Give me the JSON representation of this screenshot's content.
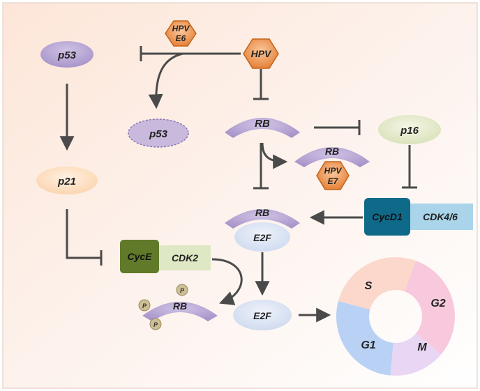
{
  "nodes": {
    "p53_top": "p53",
    "p53_bottom": "p53",
    "p21": "p21",
    "hpv": "HPV",
    "hpv_e6_line1": "HPV",
    "hpv_e6_line2": "E6",
    "rb_top": "RB",
    "p16": "p16",
    "rb_e7": "RB",
    "hpv_e7_line1": "HPV",
    "hpv_e7_line2": "E7",
    "rb_complex": "RB",
    "e2f_complex": "E2F",
    "cycd1": "CycD1",
    "cdk46": "CDK4/6",
    "cyce": "CycE",
    "cdk2": "CDK2",
    "rb_phos": "RB",
    "phos_p": "P",
    "e2f_free": "E2F"
  },
  "cycle": {
    "phases": [
      {
        "label": "S",
        "color": "#fbd7cc"
      },
      {
        "label": "G2",
        "color": "#f8c9dc"
      },
      {
        "label": "M",
        "color": "#e8d6f4"
      },
      {
        "label": "G1",
        "color": "#b9d1f4"
      }
    ]
  },
  "colors": {
    "purple_node": "#b9a8d3",
    "arrow": "#4a4a4a",
    "hpv": "#e88a3c",
    "p21": "#fde1c6",
    "p16": "#e6eccf",
    "e2f": "#dde6f4",
    "cycd1": "#0f6a8a",
    "cdk46": "#a9d4ea",
    "cyce": "#607a2a",
    "cdk2": "#dfe8c4",
    "phos": "#cdbf94"
  }
}
